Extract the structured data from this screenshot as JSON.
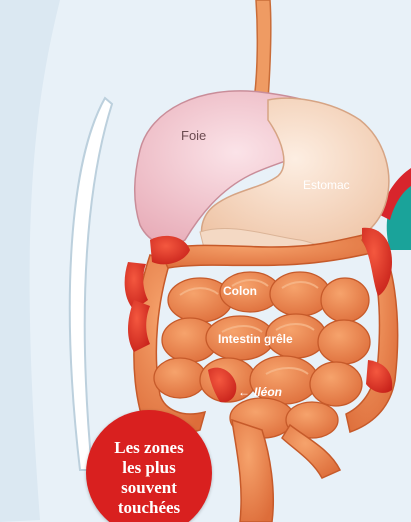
{
  "labels": {
    "foie": "Foie",
    "estomac": "Estomac",
    "colon": "Colon",
    "intestin": "Intestin grêle",
    "ileon": "Iléon"
  },
  "icons": {
    "ileon_pointer": "arrow-left-icon"
  },
  "badge": {
    "lines": [
      "Les zones",
      "les plus",
      "souvent",
      "touchées"
    ]
  },
  "colors": {
    "background": "#e8f1f8",
    "liver": "#f2c7cf",
    "stomach": "#f6dcc8",
    "intestine": "#ef8c55",
    "inflamed": "#e2352a",
    "badge": "#d9201f",
    "accent_teal": "#1aa39a"
  }
}
